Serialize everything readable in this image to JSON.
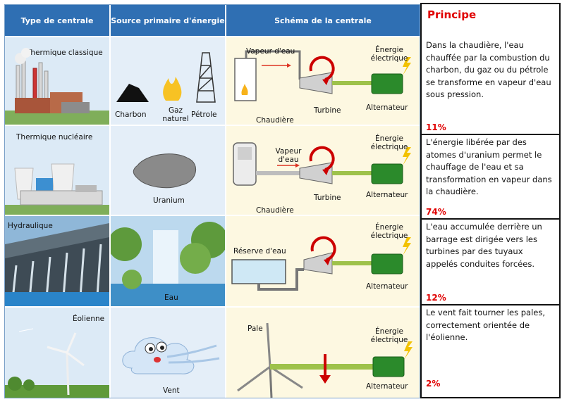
{
  "headers": {
    "type": "Type de centrale",
    "source": "Source primaire d'énergie",
    "schema": "Schéma de la centrale"
  },
  "rows": [
    {
      "type": "Thermique classique",
      "sources": [
        "Charbon",
        "Gaz naturel",
        "Pétrole"
      ],
      "schema": {
        "steam": "Vapeur d'eau",
        "boiler": "Chaudière",
        "turbine": "Turbine",
        "energy": "Énergie électrique",
        "alternator": "Alternateur"
      }
    },
    {
      "type": "Thermique nucléaire",
      "sources": [
        "Uranium"
      ],
      "schema": {
        "steam": "Vapeur d'eau",
        "boiler": "Chaudière",
        "turbine": "Turbine",
        "energy": "Énergie électrique",
        "alternator": "Alternateur"
      }
    },
    {
      "type": "Hydraulique",
      "sources": [
        "Eau"
      ],
      "schema": {
        "reservoir": "Réserve d'eau",
        "energy": "Énergie électrique",
        "alternator": "Alternateur"
      }
    },
    {
      "type": "Éolienne",
      "sources": [
        "Vent"
      ],
      "schema": {
        "blade": "Pale",
        "energy": "Énergie électrique",
        "alternator": "Alternateur"
      }
    }
  ],
  "principe": {
    "title": "Principe",
    "items": [
      {
        "text": "Dans la chaudière, l'eau chauffée par la combustion du charbon, du gaz ou du pétrole se transforme en vapeur d'eau sous pression.",
        "percent": "11%"
      },
      {
        "text": "L'énergie libérée par des atomes d'uranium permet le chauffage de l'eau et sa transformation en vapeur dans la chaudière.",
        "percent": "74%"
      },
      {
        "text": "L'eau accumulée derrière un barrage est dirigée vers les turbines par des tuyaux appelés conduites forcées.",
        "percent": "12%"
      },
      {
        "text": "Le vent fait tourner les pales, correctement orientée de l'éolienne.",
        "percent": "2%"
      }
    ]
  },
  "icons": [
    "factory-icon",
    "coal-pile-icon",
    "gas-flame-icon",
    "oil-derrick-icon",
    "nuclear-plant-icon",
    "uranium-rock-icon",
    "dam-icon",
    "waterfall-icon",
    "wind-turbine-icon",
    "wind-cloud-icon",
    "turbine-icon",
    "alternator-icon",
    "lightning-icon",
    "arrow-icon"
  ]
}
